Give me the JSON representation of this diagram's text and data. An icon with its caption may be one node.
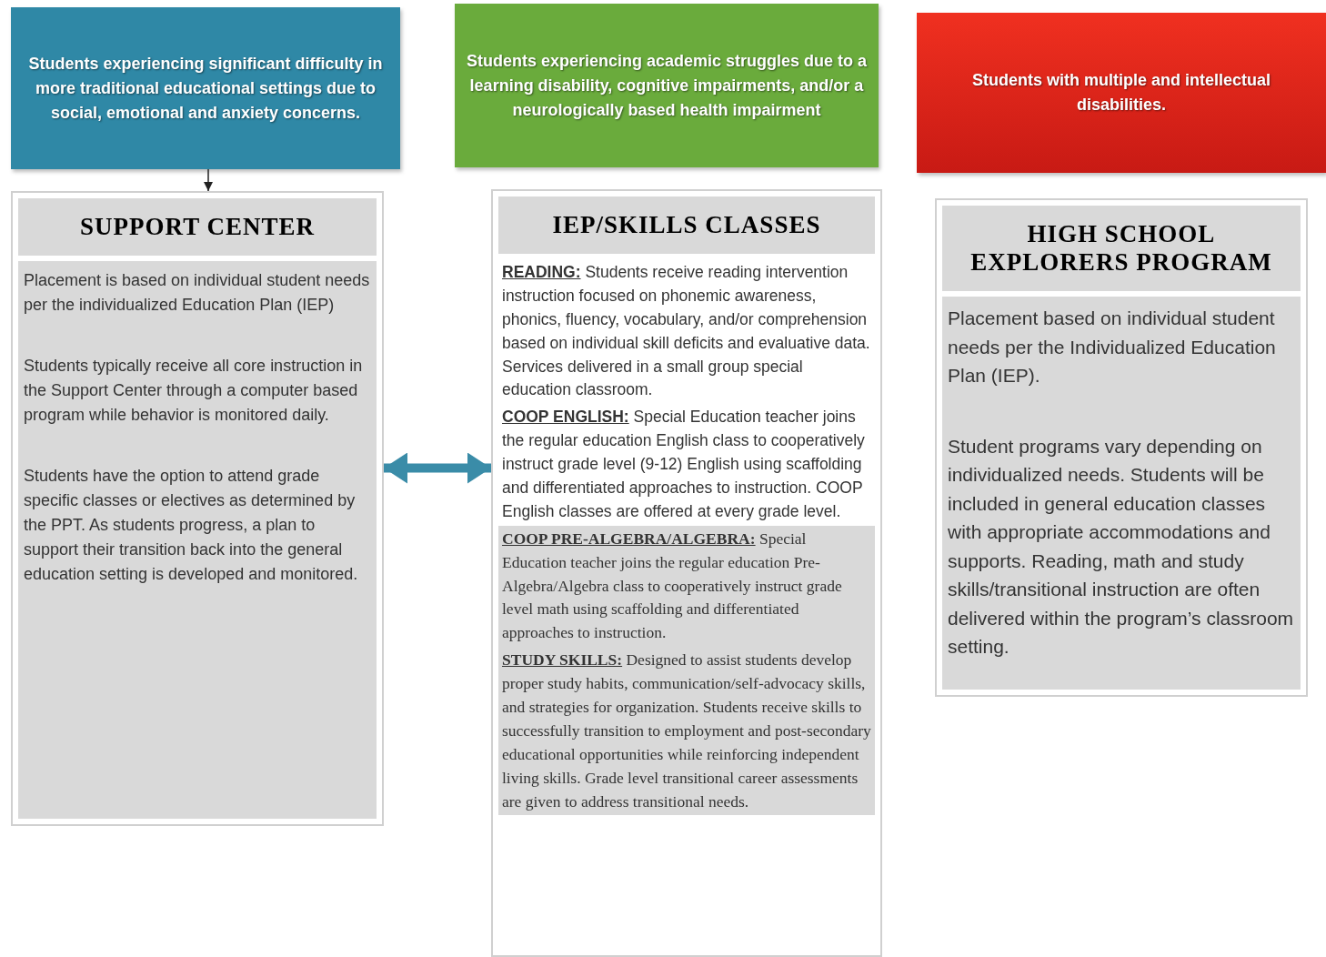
{
  "diagram": {
    "nodes": [
      {
        "text": [
          "Students experiencing significant difficulty in more traditional educational settings due to social, emotional and anxiety concerns."
        ]
      },
      {
        "text": [
          "Students experiencing academic struggles due to a learning disability, cognitive impairments, and/or a neurologically based health impairment"
        ]
      },
      {
        "text": [
          "Students with multiple and intellectual disabilities."
        ]
      },
      {
        "text": [
          "SUPPORT CENTER",
          "Placement is based on individual student needs per the individualized Education Plan (IEP)",
          "Students typically receive all core instruction in the Support Center through a computer based program while behavior is monitored daily.",
          "Students have the option to attend grade specific classes or electives as determined by the PPT. As students progress, a plan to support their transition back into the general education setting is developed and monitored."
        ]
      },
      {
        "text": [
          "IEP/SKILLS CLASSES",
          "**READING:** Students receive reading intervention instruction focused on phonemic awareness, phonics, fluency, vocabulary, and/or comprehension based on individual skill deficits and evaluative data. Services delivered in a small group special education classroom.",
          "**COOP ENGLISH:** Special Education teacher joins the regular education English class to cooperatively instruct grade level (9-12) English using scaffolding and differentiated approaches to instruction. COOP English classes are offered at every grade level.",
          "**COOP PRE-ALGEBRA/ALGEBRA:** Special Education teacher joins the regular education Pre-Algebra/Algebra class to cooperatively instruct grade level math using scaffolding and differentiated approaches to instruction.",
          "**STUDY SKILLS:** Designed to assist students develop proper study habits, communication/self-advocacy skills, and strategies for organization. Students receive skills to successfully transition to employment and post-secondary educational opportunities while reinforcing independent living skills. Grade level transitional career assessments are given to address transitional needs."
        ]
      },
      {
        "text": [
          "HIGH SCHOOL EXPLORERS PROGRAM",
          "Placement based on individual student needs per the Individualized Education Plan (IEP).",
          "Student programs vary depending on individualized needs. Students will be included in general education classes with appropriate accommodations and supports. Reading, math and study skills/transitional instruction are often delivered within the program’s classroom setting."
        ]
      }
    ],
    "edges": [
      {
        "from": 0,
        "to": 3,
        "arrow": "to"
      },
      {
        "from": 3,
        "to": 4,
        "arrow": "both",
        "style": "thick",
        "color": "#3a8ca8"
      }
    ]
  }
}
